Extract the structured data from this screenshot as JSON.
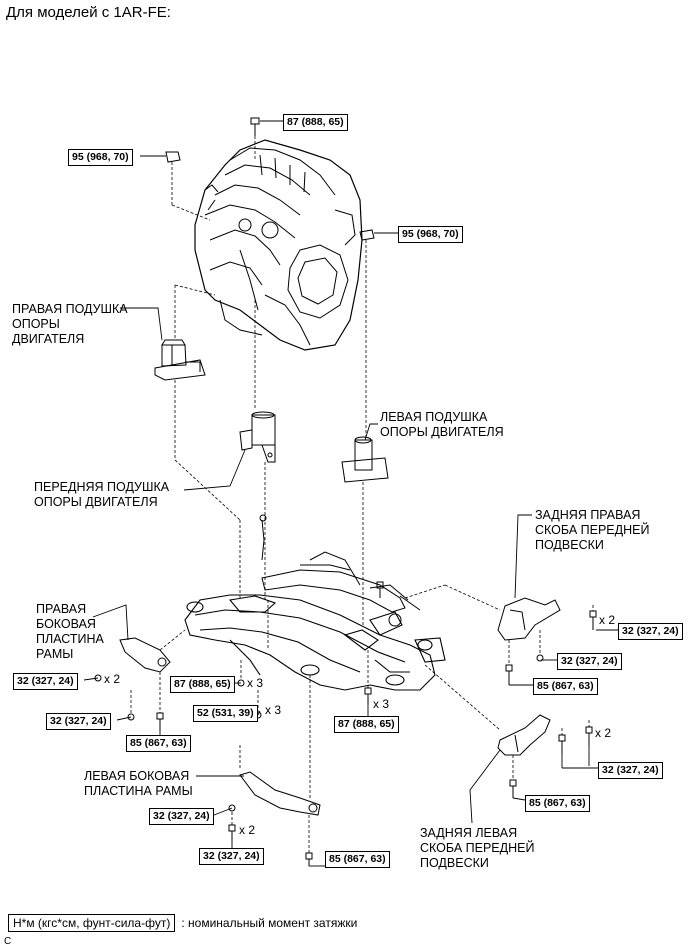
{
  "header": {
    "title": "Для моделей с 1AR-FE:"
  },
  "labels": {
    "right_engine_mount": [
      "ПРАВАЯ ПОДУШКА",
      "ОПОРЫ",
      "ДВИГАТЕЛЯ"
    ],
    "left_engine_mount": [
      "ЛЕВАЯ ПОДУШКА",
      "ОПОРЫ ДВИГАТЕЛЯ"
    ],
    "front_engine_mount": [
      "ПЕРЕДНЯЯ ПОДУШКА",
      "ОПОРЫ ДВИГАТЕЛЯ"
    ],
    "rear_right_bracket": [
      "ЗАДНЯЯ ПРАВАЯ",
      "СКОБА ПЕРЕДНЕЙ",
      "ПОДВЕСКИ"
    ],
    "right_side_plate": [
      "ПРАВАЯ",
      "БОКОВАЯ",
      "ПЛАСТИНА",
      "РАМЫ"
    ],
    "left_side_plate": [
      "ЛЕВАЯ БОКОВАЯ",
      "ПЛАСТИНА РАМЫ"
    ],
    "rear_left_bracket": [
      "ЗАДНЯЯ ЛЕВАЯ",
      "СКОБА ПЕРЕДНЕЙ",
      "ПОДВЕСКИ"
    ]
  },
  "torques": {
    "t1": "87 (888, 65)",
    "t2": "95 (968, 70)",
    "t3": "95 (968, 70)",
    "t4": "32 (327, 24)",
    "t5": "32 (327, 24)",
    "t6": "85 (867, 63)",
    "t7": "32 (327, 24)",
    "t8": "87 (888, 65)",
    "t9": "32 (327, 24)",
    "t10": "85 (867, 63)",
    "t11": "52 (531, 39)",
    "t12": "87 (888, 65)",
    "t13": "32 (327, 24)",
    "t14": "85 (867, 63)",
    "t15": "32 (327, 24)",
    "t16": "32 (327, 24)",
    "t17": "85 (867, 63)"
  },
  "multipliers": {
    "m1": "x 2",
    "m2": "x 3",
    "m3": "x 3",
    "m4": "x 3",
    "m5": "x 2",
    "m6": "x 2",
    "m7": "x 2"
  },
  "legend": {
    "box": "Н*м (кгс*см, фунт-сила-фут)",
    "text": ": номинальный момент затяжки"
  },
  "corner": "C"
}
